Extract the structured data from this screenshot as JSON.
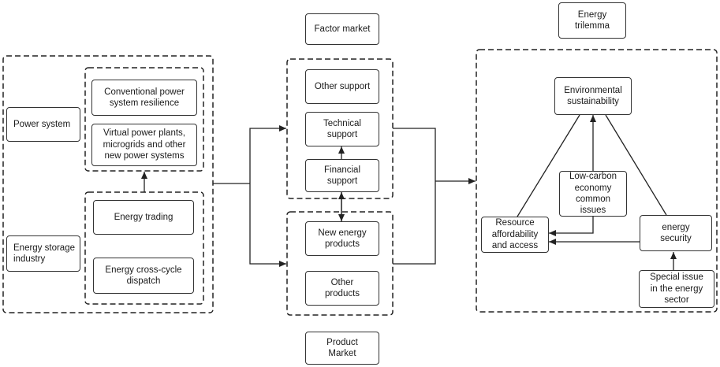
{
  "left": {
    "power_system": "Power system",
    "energy_storage_industry": "Energy storage\nindustry",
    "conventional_resilience": "Conventional power\nsystem resilience",
    "virtual_power_plants": "Virtual power plants,\nmicrogrids and other\nnew power systems",
    "energy_trading": "Energy trading",
    "energy_cross_cycle": "Energy cross-cycle\ndispatch"
  },
  "middle": {
    "factor_market": "Factor market",
    "other_support": "Other support",
    "technical_support": "Technical\nsupport",
    "financial_support": "Financial\nsupport",
    "new_energy_products": "New energy\nproducts",
    "other_products": "Other\nproducts",
    "product_market": "Product\nMarket"
  },
  "right": {
    "energy_trilemma": "Energy\ntrilemma",
    "environmental_sustainability": "Environmental\nsustainability",
    "low_carbon": "Low-carbon\neconomy\ncommon\nissues",
    "resource_affordability": "Resource\naffordability\nand access",
    "energy_security": "energy\nsecurity",
    "special_issue": "Special issue\nin the energy\nsector"
  }
}
